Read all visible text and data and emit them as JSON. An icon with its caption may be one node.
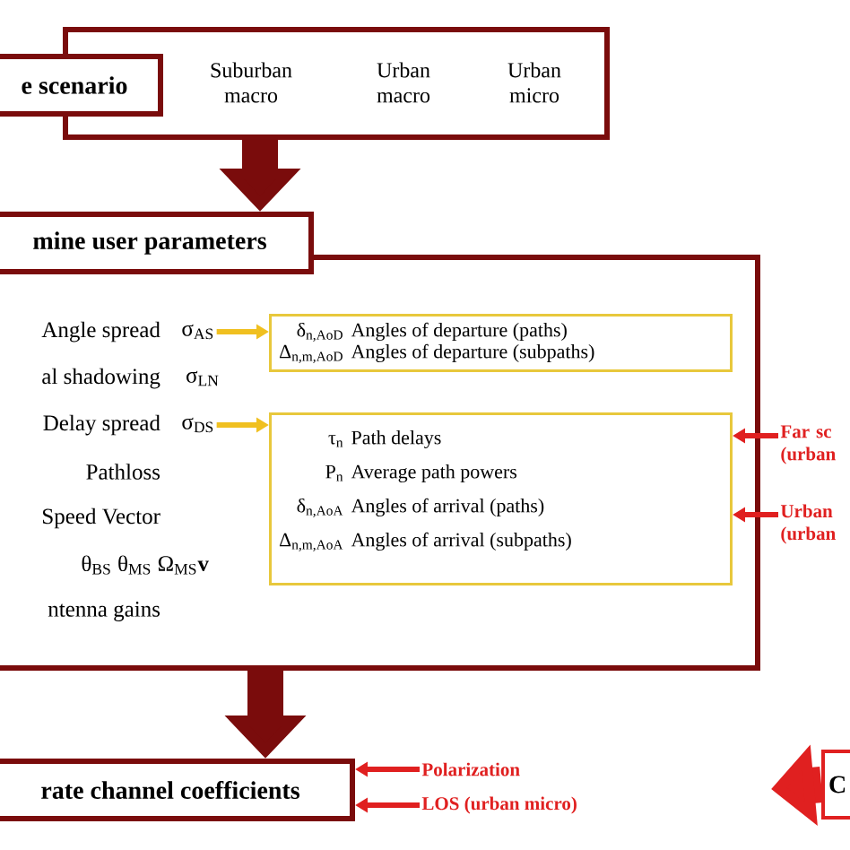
{
  "diagram": {
    "nodes": [
      {
        "text": [
          "e scenario"
        ]
      },
      {
        "text": [
          "Suburban macro",
          "Urban macro",
          "Urban micro"
        ]
      },
      {
        "text": [
          "mine user parameters"
        ]
      },
      {
        "text": [],
        "shape": "box"
      },
      {
        "text": [
          "σ$_{AS}$"
        ],
        "in": 3
      },
      {
        "text": [
          "σ$_{DS}$"
        ],
        "in": 3
      },
      {
        "text": [
          "δ$_{n,AoD}$",
          "Angles of departure (paths)",
          "Δ$_{n,m,AoD}$",
          "Angles of departure (subpaths)"
        ],
        "in": 3
      },
      {
        "text": [
          "τ$_{n}$",
          "Path delays",
          "P$_{n}$",
          "Average path powers",
          "δ$_{n,AoA}$",
          "Angles of arrival (paths)",
          "Δ$_{n,m,AoA}$",
          "Angles of arrival (subpaths)"
        ],
        "in": 3
      },
      {
        "text": [
          "Far sc (urban"
        ]
      },
      {
        "text": [
          "Urban (urban"
        ]
      },
      {
        "text": [
          "rate channel coefficients"
        ]
      },
      {
        "text": [
          "Polarization"
        ]
      },
      {
        "text": [
          "LOS (urban micro)"
        ]
      },
      {
        "text": [
          "C"
        ]
      }
    ],
    "edges": [
      {
        "from": 1,
        "to": 2,
        "arrow": "to",
        "style": "thick",
        "color": "#7a0c0c"
      },
      {
        "from": 4,
        "to": 6,
        "arrow": "to",
        "color": "#f0c020"
      },
      {
        "from": 5,
        "to": 7,
        "arrow": "to",
        "color": "#f0c020"
      },
      {
        "from": 8,
        "to": 7,
        "arrow": "to"
      },
      {
        "from": 9,
        "to": 7,
        "arrow": "to"
      },
      {
        "from": 3,
        "to": 10,
        "arrow": "to",
        "style": "thick",
        "color": "#7a0c0c"
      },
      {
        "from": 11,
        "to": 10,
        "arrow": "to"
      },
      {
        "from": 12,
        "to": 10,
        "arrow": "to"
      },
      {
        "from": 13,
        "to": null,
        "arrow": "to",
        "style": "thick"
      }
    ],
    "labels": [
      "Angle spread",
      "al shadowing",
      "σ$_{LN}$",
      "Delay spread",
      "Pathloss",
      "Speed Vector",
      "θ$_{BS}$ θ$_{MS}$ Ω$_{MS}$**v**",
      "ntenna gains"
    ]
  }
}
